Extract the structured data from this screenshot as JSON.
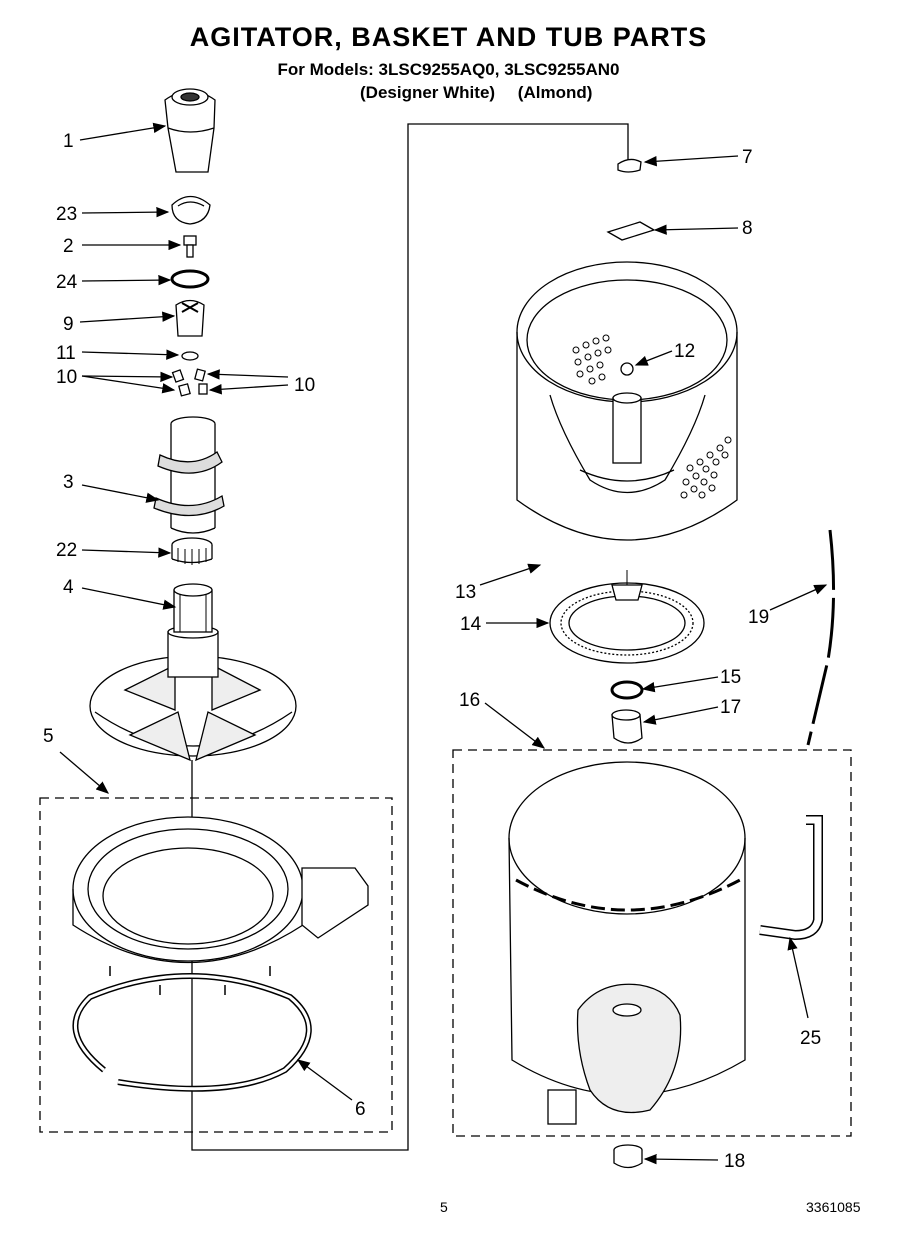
{
  "header": {
    "title": "AGITATOR, BASKET AND TUB PARTS",
    "models_line": "For Models: 3LSC9255AQ0, 3LSC9255AN0",
    "color_1": "(Designer White)",
    "color_2": "(Almond)"
  },
  "callouts": {
    "p1": "1",
    "p2": "2",
    "p3": "3",
    "p4": "4",
    "p5": "5",
    "p6": "6",
    "p7": "7",
    "p8": "8",
    "p9": "9",
    "p10a": "10",
    "p10b": "10",
    "p11": "11",
    "p12": "12",
    "p13": "13",
    "p14": "14",
    "p15": "15",
    "p16": "16",
    "p17": "17",
    "p18": "18",
    "p19": "19",
    "p22": "22",
    "p23": "23",
    "p24": "24",
    "p25": "25"
  },
  "footer": {
    "page_number": "5",
    "doc_code": "3361085"
  }
}
